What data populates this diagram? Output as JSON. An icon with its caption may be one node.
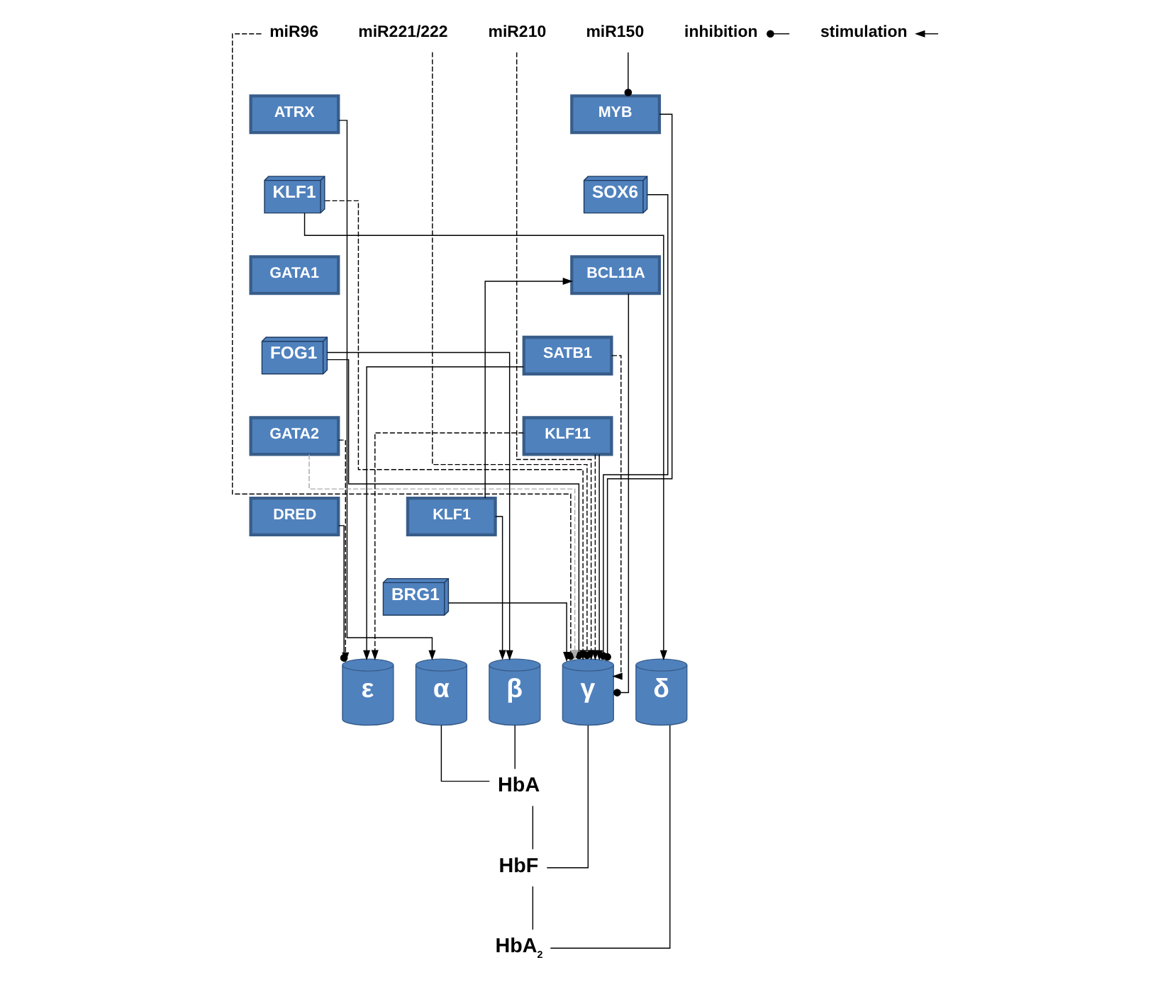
{
  "diagram": {
    "nodes": [
      {
        "text": [
          "miR96"
        ]
      },
      {
        "text": [
          "miR221/222"
        ]
      },
      {
        "text": [
          "miR210"
        ]
      },
      {
        "text": [
          "miR150"
        ]
      },
      {
        "text": [
          "ATRX"
        ]
      },
      {
        "text": [
          "MYB"
        ]
      },
      {
        "text": [
          "KLF1"
        ]
      },
      {
        "text": [
          "SOX6"
        ]
      },
      {
        "text": [
          "GATA1"
        ]
      },
      {
        "text": [
          "BCL11A"
        ]
      },
      {
        "text": [
          "FOG1"
        ]
      },
      {
        "text": [
          "SATB1"
        ]
      },
      {
        "text": [
          "GATA2"
        ]
      },
      {
        "text": [
          "KLF11"
        ]
      },
      {
        "text": [
          "DRED"
        ]
      },
      {
        "text": [
          "KLF1"
        ]
      },
      {
        "text": [
          "BRG1"
        ]
      },
      {
        "text": [
          "ε"
        ]
      },
      {
        "text": [
          "α"
        ]
      },
      {
        "text": [
          "β"
        ]
      },
      {
        "text": [
          "γ"
        ]
      },
      {
        "text": [
          "δ"
        ]
      },
      {
        "text": [
          "HbA"
        ]
      },
      {
        "text": [
          "HbF"
        ]
      },
      {
        "text": [
          "HbA$_{2}$"
        ]
      }
    ],
    "edges": [
      {
        "from": 0,
        "to": 20,
        "arrow": "other",
        "style": "dashed"
      },
      {
        "from": 1,
        "to": 20,
        "arrow": "other",
        "style": "dashed"
      },
      {
        "from": 2,
        "to": 20,
        "arrow": "to",
        "style": "dashed"
      },
      {
        "from": 3,
        "to": 5,
        "arrow": "other"
      },
      {
        "from": 4,
        "to": 18,
        "arrow": "to"
      },
      {
        "from": 5,
        "to": 20,
        "arrow": "other"
      },
      {
        "from": 6,
        "to": 20,
        "arrow": "to",
        "style": "dashed"
      },
      {
        "from": 6,
        "to": 21,
        "arrow": "to"
      },
      {
        "from": 7,
        "to": 20,
        "arrow": "other"
      },
      {
        "from": 9,
        "to": 20,
        "arrow": "other"
      },
      {
        "from": 10,
        "to": 20,
        "arrow": "other"
      },
      {
        "from": 10,
        "to": 19,
        "arrow": "to"
      },
      {
        "from": 11,
        "to": 17,
        "arrow": "to"
      },
      {
        "from": 11,
        "to": 20,
        "arrow": "to",
        "style": "dashed"
      },
      {
        "from": 12,
        "to": 17,
        "arrow": "to",
        "style": "dashed"
      },
      {
        "from": 12,
        "to": 20,
        "arrow": "to",
        "style": "dashed",
        "color": "#aaaaaa"
      },
      {
        "from": 13,
        "to": 17,
        "arrow": "to",
        "style": "dashed"
      },
      {
        "from": 13,
        "to": 20,
        "arrow": "to",
        "style": "dashed"
      },
      {
        "from": 13,
        "to": 20,
        "arrow": "to"
      },
      {
        "from": 14,
        "to": 17,
        "arrow": "other"
      },
      {
        "from": 15,
        "to": 19,
        "arrow": "to"
      },
      {
        "from": 15,
        "to": 9,
        "arrow": "to"
      },
      {
        "from": 16,
        "to": 20,
        "arrow": "to"
      },
      {
        "from": 18,
        "to": 22,
        "arrow": "none"
      },
      {
        "from": 19,
        "to": 22,
        "arrow": "none"
      },
      {
        "from": 22,
        "to": 23,
        "arrow": "none"
      },
      {
        "from": 20,
        "to": 23,
        "arrow": "none"
      },
      {
        "from": 23,
        "to": 24,
        "arrow": "none"
      },
      {
        "from": 21,
        "to": 24,
        "arrow": "none"
      }
    ],
    "legend": [
      {
        "text": "inhibition"
      },
      {
        "text": "stimulation"
      }
    ]
  }
}
